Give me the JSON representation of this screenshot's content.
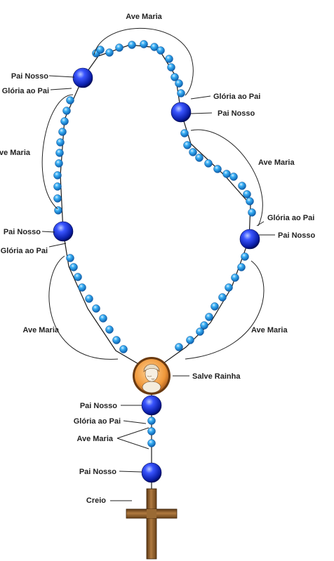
{
  "labels": {
    "ave_maria": "Ave Maria",
    "pai_nosso": "Pai Nosso",
    "gloria_ao_pai": "Glória ao Pai",
    "salve_rainha": "Salve Rainha",
    "creio": "Creio"
  },
  "colors": {
    "big_bead": "#1028d8",
    "small_bead": "#2a9be8",
    "string": "#1a1a1a",
    "cross": "#8a5a2a",
    "medal": "#d9722a",
    "bracket": "#222222"
  }
}
